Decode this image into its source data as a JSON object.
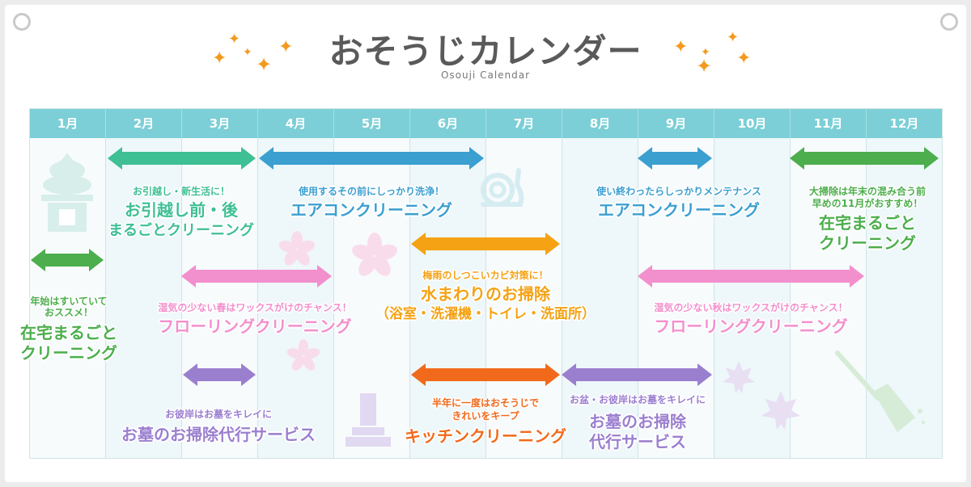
{
  "header": {
    "title": "おそうじカレンダー",
    "subtitle": "Osouji Calendar"
  },
  "months": [
    "1月",
    "2月",
    "3月",
    "4月",
    "5月",
    "6月",
    "7月",
    "8月",
    "9月",
    "10月",
    "11月",
    "12月"
  ],
  "colors": {
    "header": "#7ccfd6",
    "green": "#4cae4c",
    "teal": "#3ebf94",
    "blue": "#3b9fd0",
    "orange": "#f5a214",
    "deep_orange": "#f16a1b",
    "pink": "#f28fcd",
    "purple": "#9b7fcf"
  },
  "events": [
    {
      "sub": "年始はすいていて",
      "sub2": "おススメ！",
      "main": "在宅まるごと",
      "main2": "クリーニング"
    },
    {
      "sub": "お引越し・新生活に！",
      "main": "お引越し前・後",
      "main2": "まるごとクリーニング"
    },
    {
      "sub": "使用するその前にしっかり洗浄！",
      "main": "エアコンクリーニング"
    },
    {
      "sub": "使い終わったらしっかりメンテナンス",
      "main": "エアコンクリーニング"
    },
    {
      "sub": "大掃除は年末の混み合う前",
      "sub2": "早めの11月がおすすめ！",
      "main": "在宅まるごと",
      "main2": "クリーニング"
    },
    {
      "sub": "梅雨のしつこいカビ対策に！",
      "main": "水まわりのお掃除",
      "main2": "（浴室・洗濯機・トイレ・洗面所）"
    },
    {
      "sub": "湿気の少ない春はワックスがけのチャンス！",
      "main": "フローリングクリーニング"
    },
    {
      "sub": "湿気の少ない秋はワックスがけのチャンス！",
      "main": "フローリングクリーニング"
    },
    {
      "sub": "お彼岸はお墓をキレイに",
      "main": "お墓のお掃除代行サービス"
    },
    {
      "sub": "半年に一度はおそうじで",
      "sub2": "きれいをキープ",
      "main": "キッチンクリーニング"
    },
    {
      "sub": "お盆・お彼岸はお墓をキレイに",
      "main": "お墓のお掃除",
      "main2": "代行サービス"
    }
  ]
}
